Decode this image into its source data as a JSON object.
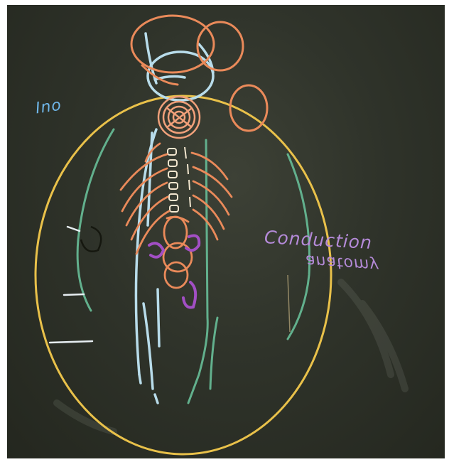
{
  "image": {
    "description_scene": "chalkboard-anatomy-drawing",
    "chalk_colors": {
      "yellow": "#e9c14a",
      "orange": "#ea8a5a",
      "light_blue": "#b8dcea",
      "green": "#62b08d",
      "purple": "#a24fc4",
      "lilac": "#b48ad8",
      "white": "#e7eef2",
      "blue": "#6fb6e8",
      "board": "#2f332a"
    }
  },
  "board": {
    "label_ino": "Ino",
    "label_conduction": "Conduction",
    "label_anatomy": "anatomy"
  }
}
